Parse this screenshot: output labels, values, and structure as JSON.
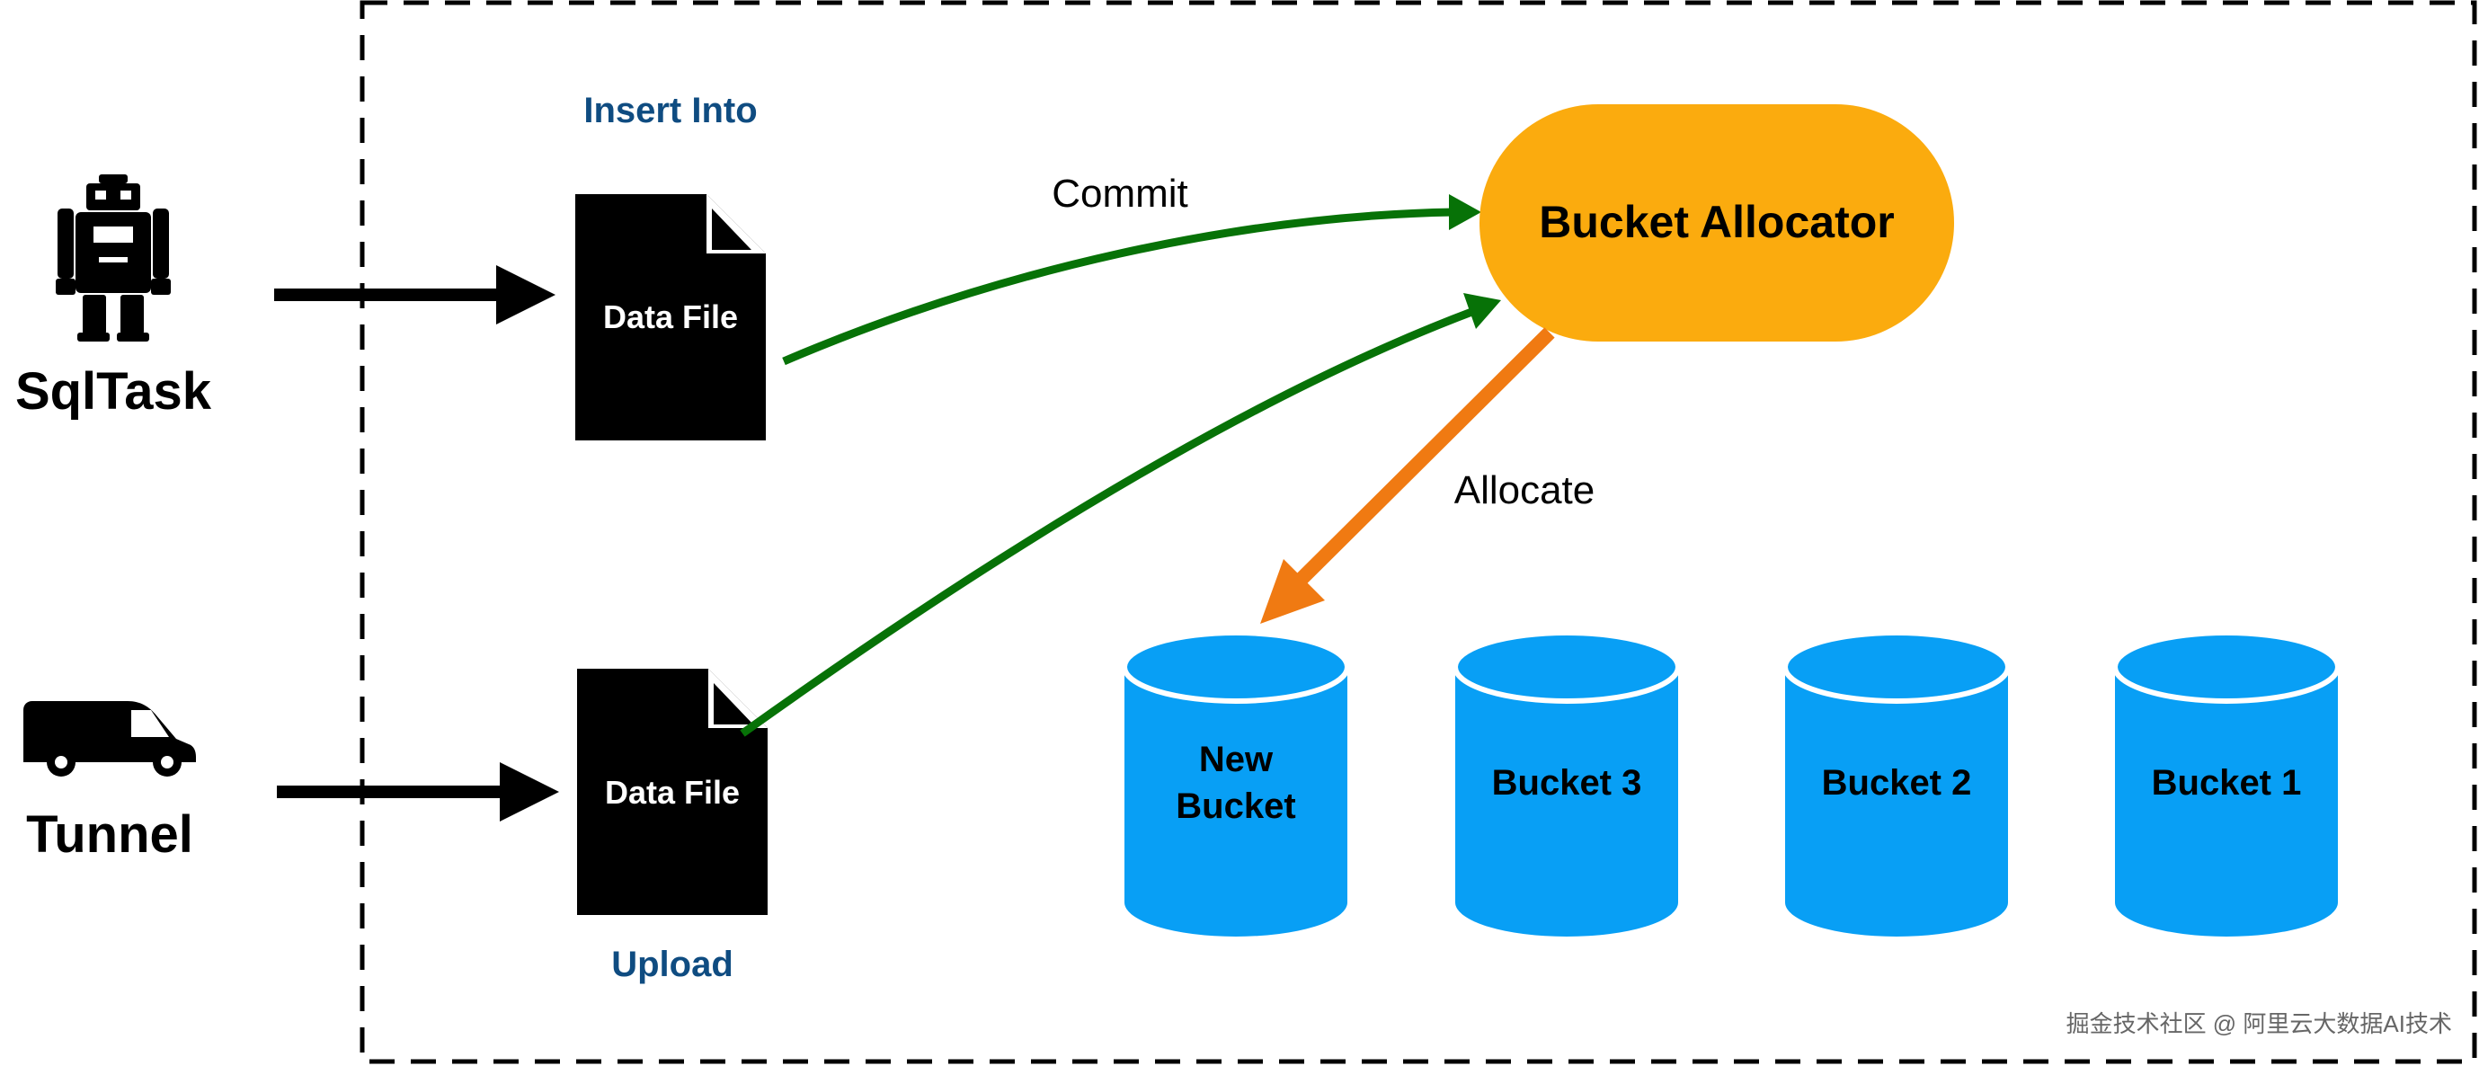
{
  "sources": {
    "sqltask": {
      "label": "SqlTask",
      "icon": "robot-icon"
    },
    "tunnel": {
      "label": "Tunnel",
      "icon": "van-icon"
    }
  },
  "files": {
    "insert": {
      "caption": "Insert Into",
      "label": "Data File",
      "icon": "document-icon"
    },
    "upload": {
      "caption": "Upload",
      "label": "Data File",
      "icon": "document-icon"
    }
  },
  "allocator": {
    "label": "Bucket Allocator"
  },
  "edges": {
    "commit": "Commit",
    "allocate": "Allocate"
  },
  "buckets": [
    {
      "line1": "New",
      "line2": "Bucket"
    },
    {
      "line1": "Bucket 3",
      "line2": ""
    },
    {
      "line1": "Bucket 2",
      "line2": ""
    },
    {
      "line1": "Bucket 1",
      "line2": ""
    }
  ],
  "watermark": "掘金技术社区 @ 阿里云大数据AI技术",
  "colors": {
    "caption_blue": "#0f4c81",
    "allocator_orange": "#fbab0e",
    "commit_green": "#077207",
    "allocate_orange": "#f07a12",
    "bucket_blue": "#089ff5",
    "black": "#000000"
  }
}
